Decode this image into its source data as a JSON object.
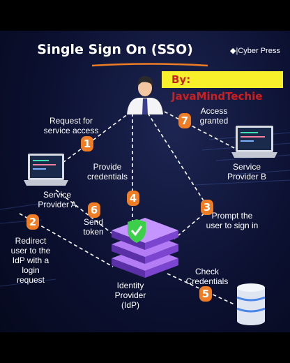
{
  "header": {
    "title": "Single Sign On (SSO)",
    "brand": "◆|Cyber Press"
  },
  "byline": "By: JavaMindTechie",
  "nodes": {
    "provider_a": "Service\nProvider A",
    "provider_b": "Service\nProvider B",
    "idp": "Identity\nProvider\n(IdP)"
  },
  "steps": [
    {
      "num": "1",
      "label": "Request for\nservice access"
    },
    {
      "num": "2",
      "label": "Redirect\nuser to the\nIdP with a\nlogin\nrequest"
    },
    {
      "num": "3",
      "label": "Prompt the\nuser to sign in"
    },
    {
      "num": "4",
      "label": "Provide\ncredentials"
    },
    {
      "num": "5",
      "label": "Check\nCredentials"
    },
    {
      "num": "6",
      "label": "Send\ntoken"
    },
    {
      "num": "7",
      "label": "Access\ngranted"
    }
  ],
  "colors": {
    "accent": "#ef7d25",
    "byline_bg": "#f7f02a",
    "byline_text": "#cc1f1f",
    "server": "#8a4fe0"
  }
}
